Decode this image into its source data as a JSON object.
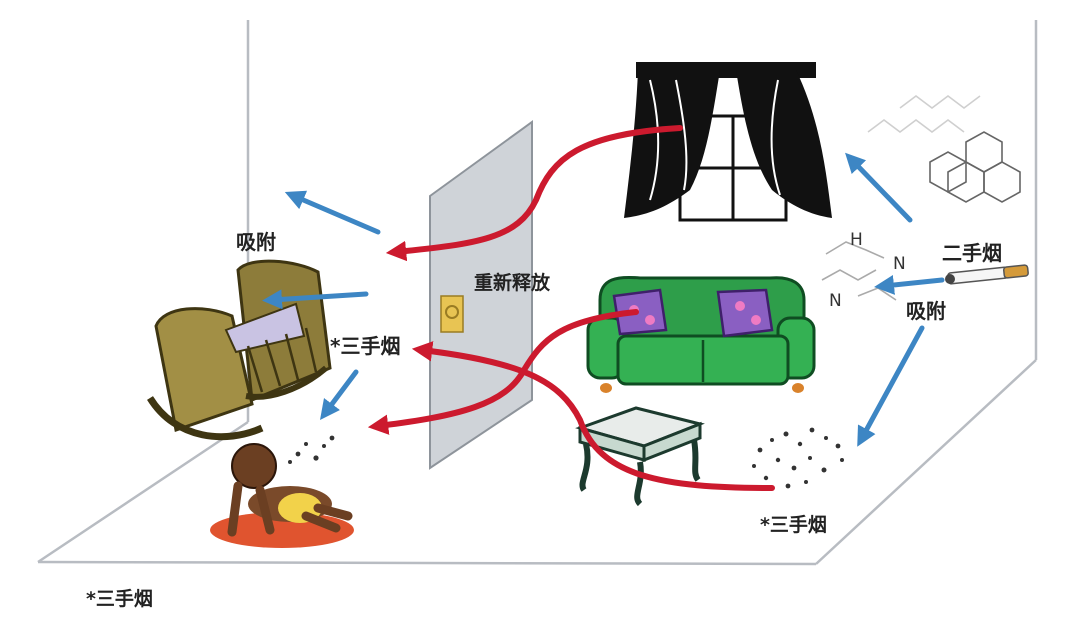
{
  "labels": {
    "adsorb_left": "吸附",
    "release": "重新释放",
    "third_hand_middle": "*三手烟",
    "second_hand": "二手烟",
    "adsorb_right": "吸附",
    "third_hand_floor": "*三手烟",
    "third_hand_footnote": "*三手烟"
  },
  "chem_atoms": {
    "h": "H",
    "n1": "N",
    "n2": "N"
  },
  "colors": {
    "red_arrow": "#cc1a2e",
    "blue_arrow": "#3d86c4",
    "sofa_green": "#2e9e4a",
    "cushion_purple": "#8a5fc2",
    "crib_olive": "#8d7c3a",
    "glass_panel": "#cfd3d8",
    "curtain_black": "#111111"
  }
}
